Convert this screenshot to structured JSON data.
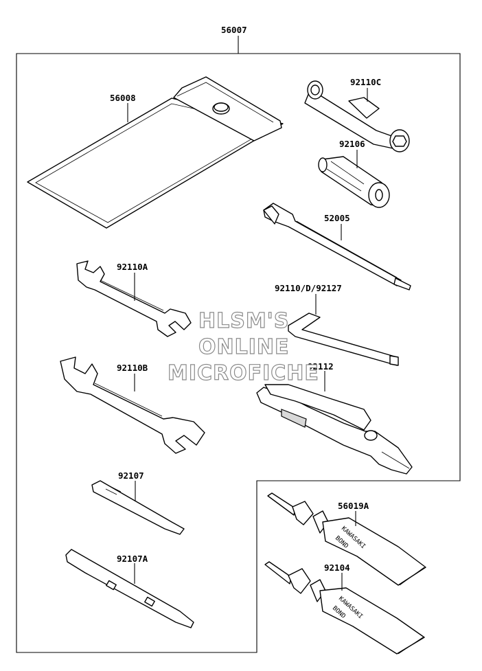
{
  "labels": {
    "kit": "56007",
    "pouch": "56008",
    "box_wrench": "92110C",
    "spark_socket": "92106",
    "bar": "52005",
    "wrench_a": "92110A",
    "wrench_b": "92110B",
    "hex_key": "92110/D/92127",
    "pliers": "92112",
    "screwdriver": "92107",
    "screwdriver_a": "92107A",
    "bond_a": "56019A",
    "bond_b": "92104"
  },
  "tube_text": {
    "brand": "KAWASAKI",
    "product": "BOND"
  },
  "watermark": [
    "HLSM'S",
    "ONLINE",
    "MICROFICHE"
  ]
}
